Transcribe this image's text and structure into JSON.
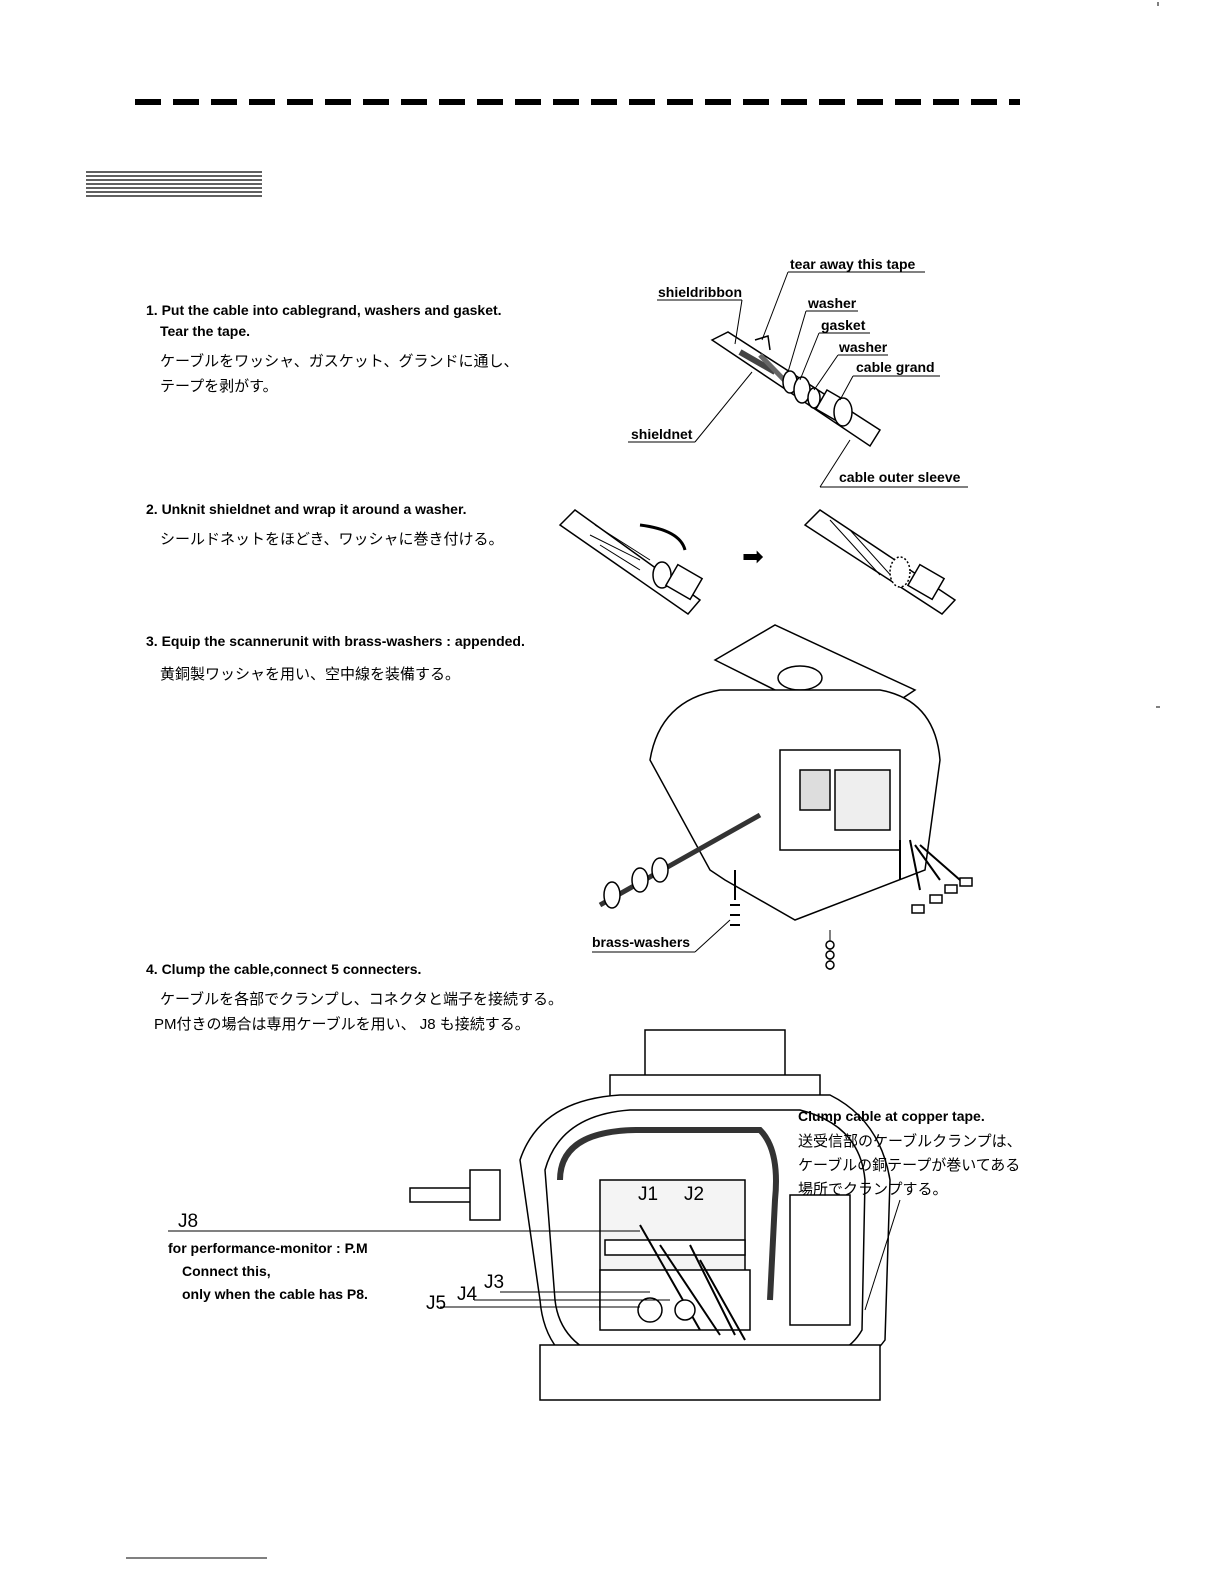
{
  "steps": [
    {
      "en": [
        "1. Put the cable into cablegrand, washers and gasket.",
        "Tear the tape."
      ],
      "jp": [
        "ケーブルをワッシャ、ガスケット、グランドに通し、",
        "テープを剥がす。"
      ]
    },
    {
      "en": [
        "2. Unknit shieldnet and wrap it around a washer."
      ],
      "jp": [
        "シールドネットをほどき、ワッシャに巻き付ける。"
      ]
    },
    {
      "en": [
        "3. Equip the scannerunit with brass-washers : appended."
      ],
      "jp": [
        "黄銅製ワッシャを用い、空中線を装備する。"
      ]
    },
    {
      "en": [
        "4. Clump the cable,connect  5 connecters."
      ],
      "jp": [
        "ケーブルを各部でクランプし、コネクタと端子を接続する。",
        "PM付きの場合は専用ケーブルを用い、 J8 も接続する。"
      ]
    }
  ],
  "fig1_labels": {
    "tear_tape": "tear away this tape",
    "shieldribbon": "shieldribbon",
    "washer1": "washer",
    "gasket": "gasket",
    "washer2": "washer",
    "cable_grand": "cable grand",
    "shieldnet": "shieldnet",
    "outer_sleeve": "cable outer sleeve"
  },
  "fig3_labels": {
    "brass_washers": "brass-washers"
  },
  "fig4_labels": {
    "clump_en": "Clump cable at copper tape.",
    "clump_jp": [
      "送受信部のケーブルクランプは、",
      "ケーブルの銅テープが巻いてある",
      "場所でクランプする。"
    ],
    "j1": "J1",
    "j2": "J2",
    "j3": "J3",
    "j4": "J4",
    "j5": "J5",
    "j8": "J8",
    "pm_note": [
      "for performance-monitor : P.M",
      "Connect this,",
      "only when the cable has P8."
    ]
  },
  "arrow_symbol": "➡"
}
